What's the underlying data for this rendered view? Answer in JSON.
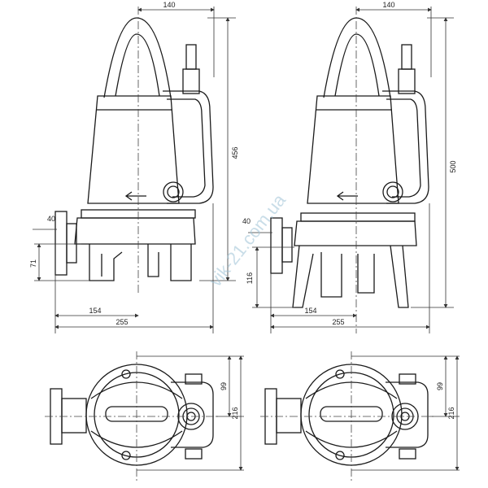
{
  "watermark": "vik-21.com.ua",
  "views": {
    "front_left": {
      "d_top": "140",
      "d_height": "456",
      "d_flange": "40",
      "d_outlet": "71",
      "d_outlet_x": "154",
      "d_width": "255"
    },
    "front_right": {
      "d_top": "140",
      "d_height": "500",
      "d_flange": "40",
      "d_outlet": "116",
      "d_outlet_x": "154",
      "d_width": "255"
    },
    "top_left": {
      "d_half": "99",
      "d_full": "216"
    },
    "top_right": {
      "d_half": "99",
      "d_full": "216"
    }
  },
  "colors": {
    "line": "#1a1a1a",
    "dim": "#333333",
    "watermark": "#9ec3d6"
  }
}
